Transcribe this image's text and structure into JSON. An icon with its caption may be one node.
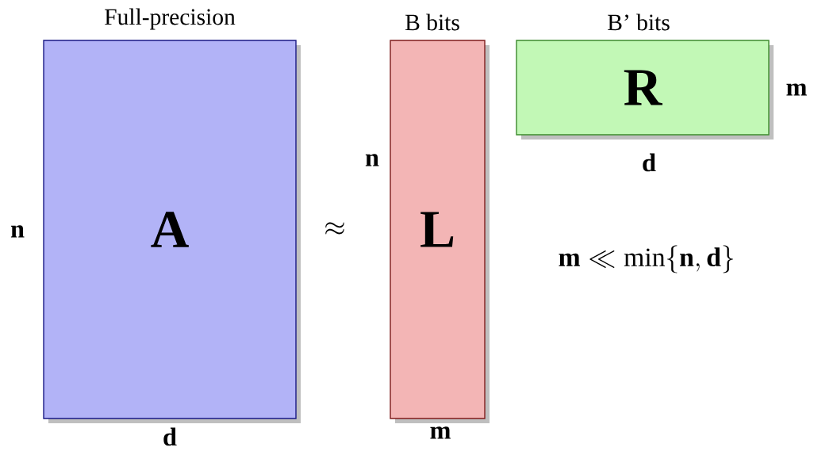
{
  "diagram": {
    "nodes": [
      {
        "text": [
          "Full-precision",
          "A"
        ],
        "beside": [
          "n",
          "d"
        ]
      },
      {
        "text": [
          "B bits",
          "L"
        ],
        "beside": [
          "n",
          "m"
        ]
      },
      {
        "text": [
          "B’ bits",
          "R"
        ],
        "beside": [
          "m",
          "d"
        ]
      }
    ],
    "labels": [
      "\\approx",
      "\\mathbf{m} \\ll \\min\\{\\mathbf{n}, \\mathbf{d}\\}"
    ]
  }
}
